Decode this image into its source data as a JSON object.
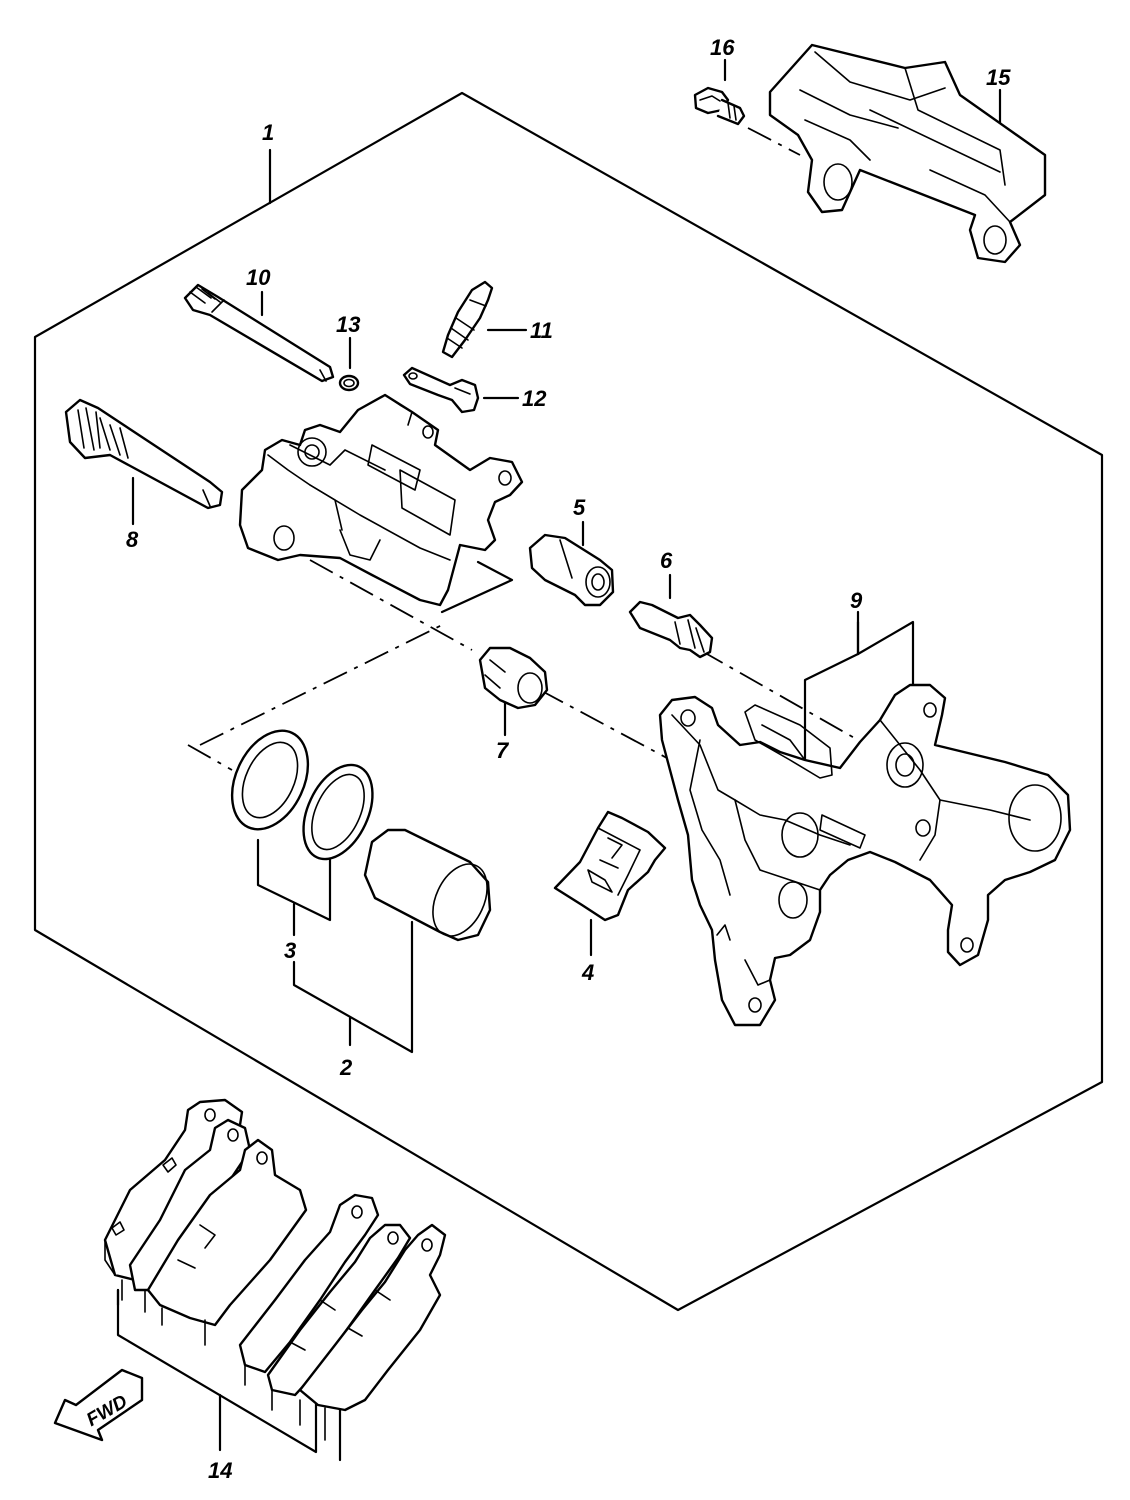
{
  "labels": {
    "p1": "1",
    "p2": "2",
    "p3": "3",
    "p4": "4",
    "p5": "5",
    "p6": "6",
    "p7": "7",
    "p8": "8",
    "p9": "9",
    "p10": "10",
    "p11": "11",
    "p12": "12",
    "p13": "13",
    "p14": "14",
    "p15": "15",
    "p16": "16"
  },
  "fwd_label": "FWD"
}
